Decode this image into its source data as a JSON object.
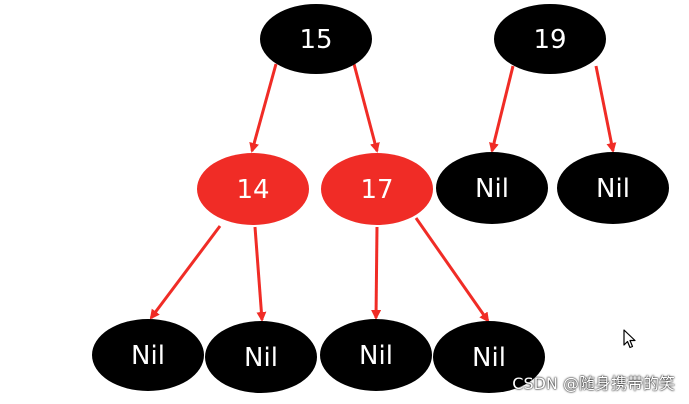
{
  "colors": {
    "black_node": "#000000",
    "red_node": "#f02c26",
    "edge": "#f02c26",
    "text": "#ffffff"
  },
  "nodes": [
    {
      "id": "n15",
      "label": "15",
      "color": "black"
    },
    {
      "id": "n19",
      "label": "19",
      "color": "black"
    },
    {
      "id": "n14",
      "label": "14",
      "color": "red"
    },
    {
      "id": "n17",
      "label": "17",
      "color": "red"
    },
    {
      "id": "nil19a",
      "label": "Nil",
      "color": "black"
    },
    {
      "id": "nil19b",
      "label": "Nil",
      "color": "black"
    },
    {
      "id": "nil14a",
      "label": "Nil",
      "color": "black"
    },
    {
      "id": "nil14b",
      "label": "Nil",
      "color": "black"
    },
    {
      "id": "nil17a",
      "label": "Nil",
      "color": "black"
    },
    {
      "id": "nil17b",
      "label": "Nil",
      "color": "black"
    }
  ],
  "edges": [
    {
      "from": "n15",
      "to": "n14"
    },
    {
      "from": "n15",
      "to": "n17"
    },
    {
      "from": "n19",
      "to": "nil19a"
    },
    {
      "from": "n19",
      "to": "nil19b"
    },
    {
      "from": "n14",
      "to": "nil14a"
    },
    {
      "from": "n14",
      "to": "nil14b"
    },
    {
      "from": "n17",
      "to": "nil17a"
    },
    {
      "from": "n17",
      "to": "nil17b"
    }
  ],
  "watermark": "CSDN @随身携带的笑"
}
